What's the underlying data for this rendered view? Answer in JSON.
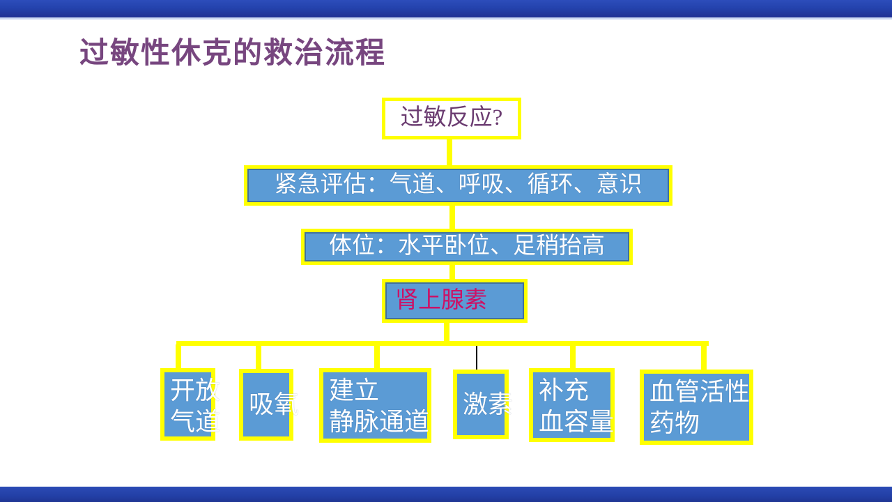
{
  "slide": {
    "title": "过敏性休克的救治流程"
  },
  "flowchart": {
    "question": "过敏反应?",
    "assessment": "紧急评估：气道、呼吸、循环、意识",
    "position": "体位：水平卧位、足稍抬高",
    "epinephrine": "肾上腺素",
    "actions": [
      {
        "label": "开放\n气道"
      },
      {
        "label": "吸氧"
      },
      {
        "label": "建立\n静脉通道"
      },
      {
        "label": "激素"
      },
      {
        "label": "补充\n血容量"
      },
      {
        "label": "血管活性\n药物"
      }
    ]
  },
  "colors": {
    "connector_yellow": "#ffff00",
    "node_fill_blue": "#5b9bd5",
    "node_inner_stroke": "#41719c",
    "title_purple": "#77467f",
    "question_text_purple": "#6b3c71",
    "epinephrine_pink": "#cc1166",
    "band_blue_top": "#2d4dbb",
    "band_blue_bottom": "#203092"
  }
}
